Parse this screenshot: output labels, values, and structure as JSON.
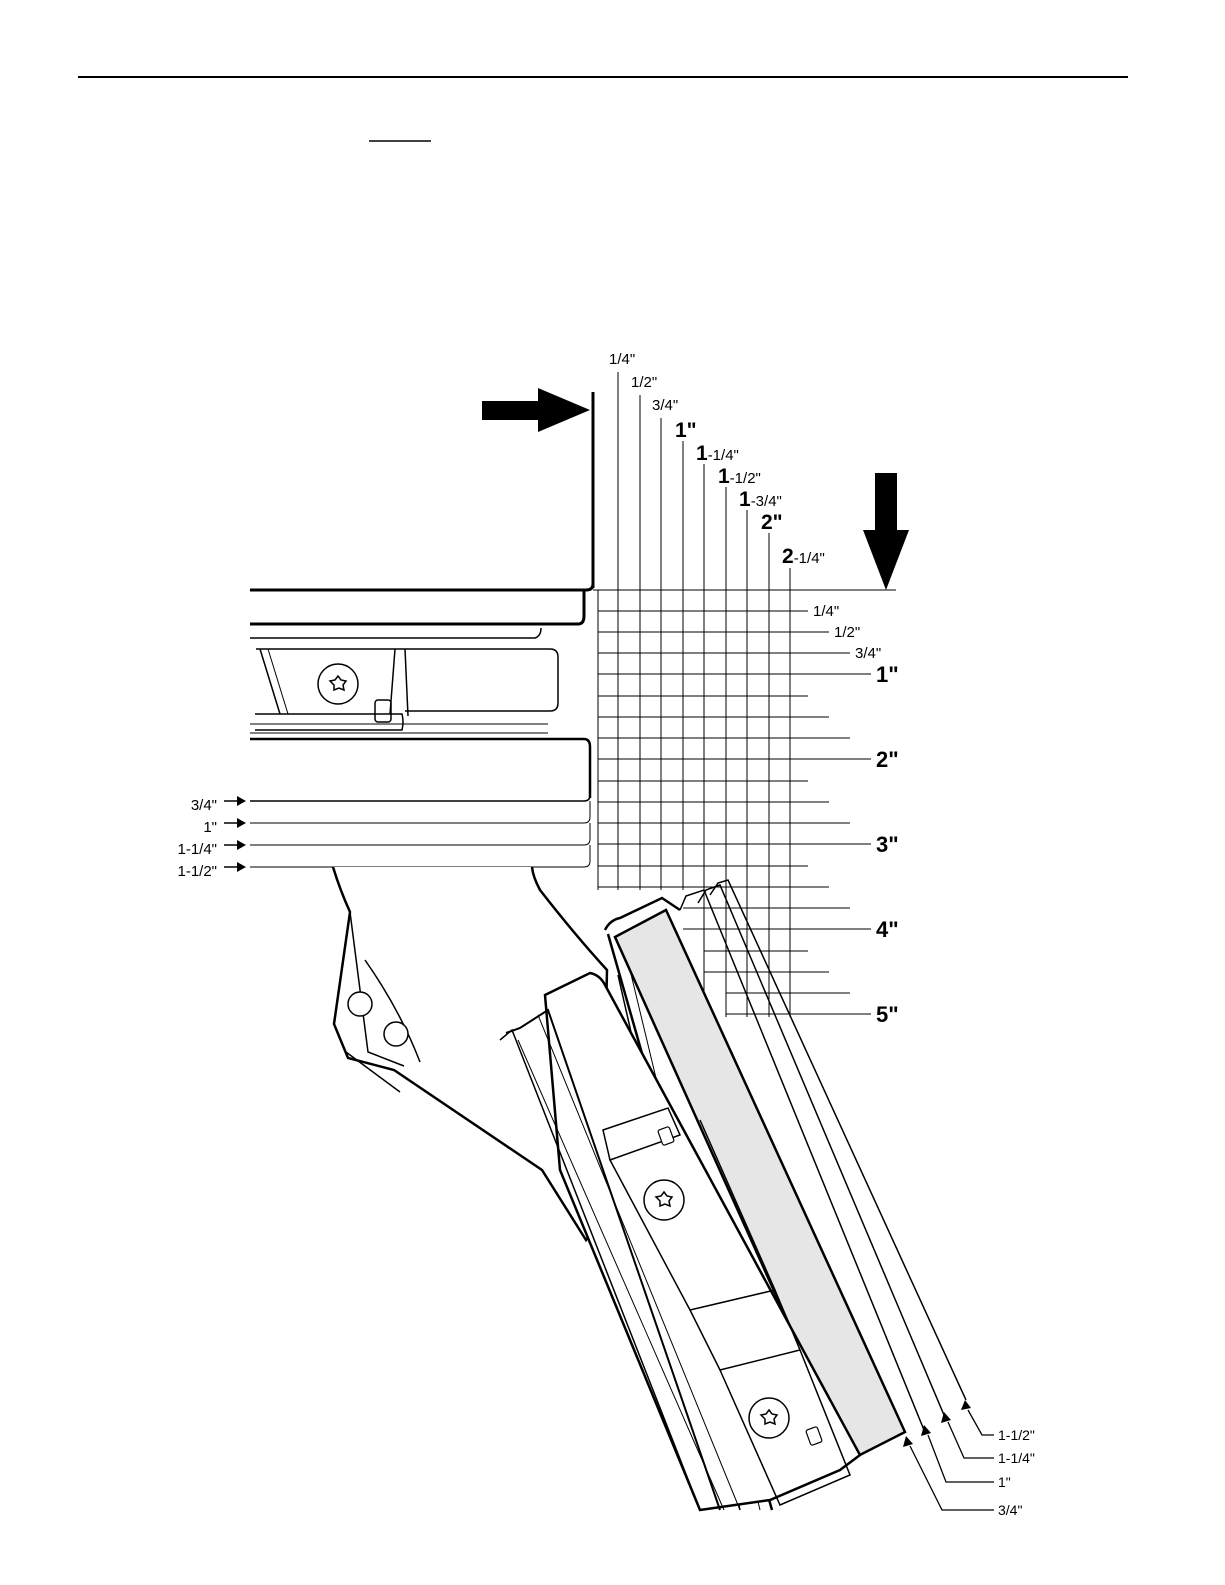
{
  "header": {
    "rule": "top-horizontal-rule",
    "title_underline": "short-underline"
  },
  "scale": {
    "top_labels": [
      {
        "bold": "",
        "rest": "1/4\""
      },
      {
        "bold": "",
        "rest": "1/2\""
      },
      {
        "bold": "",
        "rest": "3/4\""
      },
      {
        "bold": "1\"",
        "rest": ""
      },
      {
        "bold": "1",
        "rest": "-1/4\""
      },
      {
        "bold": "1",
        "rest": "-1/2\""
      },
      {
        "bold": "1",
        "rest": "-3/4\""
      },
      {
        "bold": "2\"",
        "rest": ""
      },
      {
        "bold": "2",
        "rest": "-1/4\""
      }
    ],
    "right_labels_small": [
      "1/4\"",
      "1/2\"",
      "3/4\""
    ],
    "right_labels_big": [
      "1\"",
      "2\"",
      "3\"",
      "4\"",
      "5\""
    ]
  },
  "left_gap_labels": [
    "3/4\"",
    "1\"",
    "1-1/4\"",
    "1-1/2\""
  ],
  "bottom_gap_labels": [
    "1-1/2\"",
    "1-1/4\"",
    "1\"",
    "3/4\""
  ],
  "icons": {
    "right-arrow": "arrow-right-icon",
    "down-arrow": "arrow-down-icon",
    "screw": "torx-screw-icon"
  }
}
